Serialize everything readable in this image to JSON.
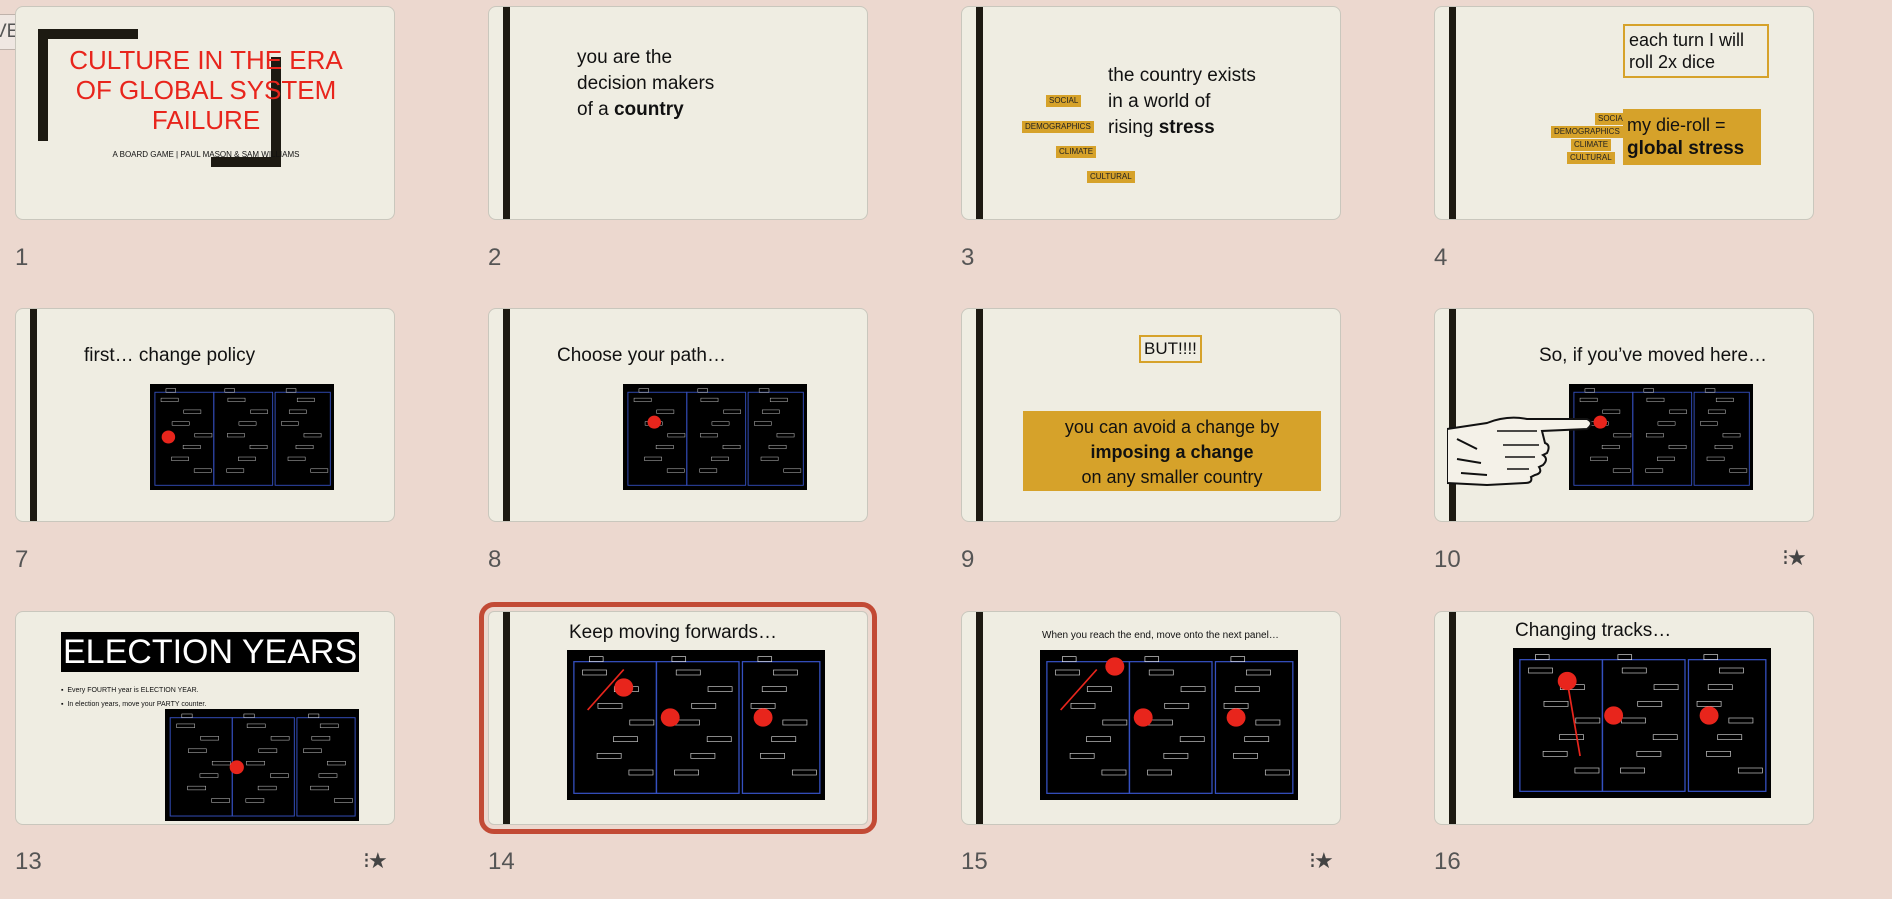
{
  "left_tab_label": "VE",
  "slides": [
    {
      "num": "1",
      "title": "CULTURE IN THE ERA OF GLOBAL SYSTEM FAILURE",
      "subtitle": "A BOARD GAME | PAUL MASON & SAM WILLIAMS"
    },
    {
      "num": "2",
      "line1": "you are the",
      "line2": "decision makers",
      "line3": "of a ",
      "bold": "country"
    },
    {
      "num": "3",
      "line1": "the country exists",
      "line2": "in a world of",
      "line3": "rising ",
      "bold": "stress",
      "tags": [
        "SOCIAL",
        "DEMOGRAPHICS",
        "CLIMATE",
        "CULTURAL"
      ]
    },
    {
      "num": "4",
      "box_text": "each turn I will roll 2x dice",
      "yellow_line1": "my die-roll =",
      "yellow_bold": "global stress",
      "tags": [
        "SOCIAL",
        "DEMOGRAPHICS",
        "CLIMATE",
        "CULTURAL"
      ]
    },
    {
      "num": "7",
      "title": "first… change policy"
    },
    {
      "num": "8",
      "title": "Choose your path…"
    },
    {
      "num": "9",
      "box_text": "BUT!!!!",
      "line1": "you can avoid a change by",
      "bold": "imposing a change",
      "line3": "on any smaller country"
    },
    {
      "num": "10",
      "title": "So, if you’ve moved here…"
    },
    {
      "num": "13",
      "title": "ELECTION YEARS",
      "bullets": [
        "Every FOURTH year is ELECTION YEAR.",
        "In election years, move your PARTY counter."
      ]
    },
    {
      "num": "14",
      "title": "Keep moving forwards…"
    },
    {
      "num": "15",
      "title": "When you reach the end, move onto the next panel…"
    },
    {
      "num": "16",
      "title": "Changing tracks…"
    }
  ],
  "star_icon_label": "⁝★",
  "colors": {
    "background": "#ecd8cf",
    "slide": "#efede2",
    "accent_yellow": "#d6a22a",
    "title_red": "#e8251c",
    "selection": "#c24a35"
  }
}
